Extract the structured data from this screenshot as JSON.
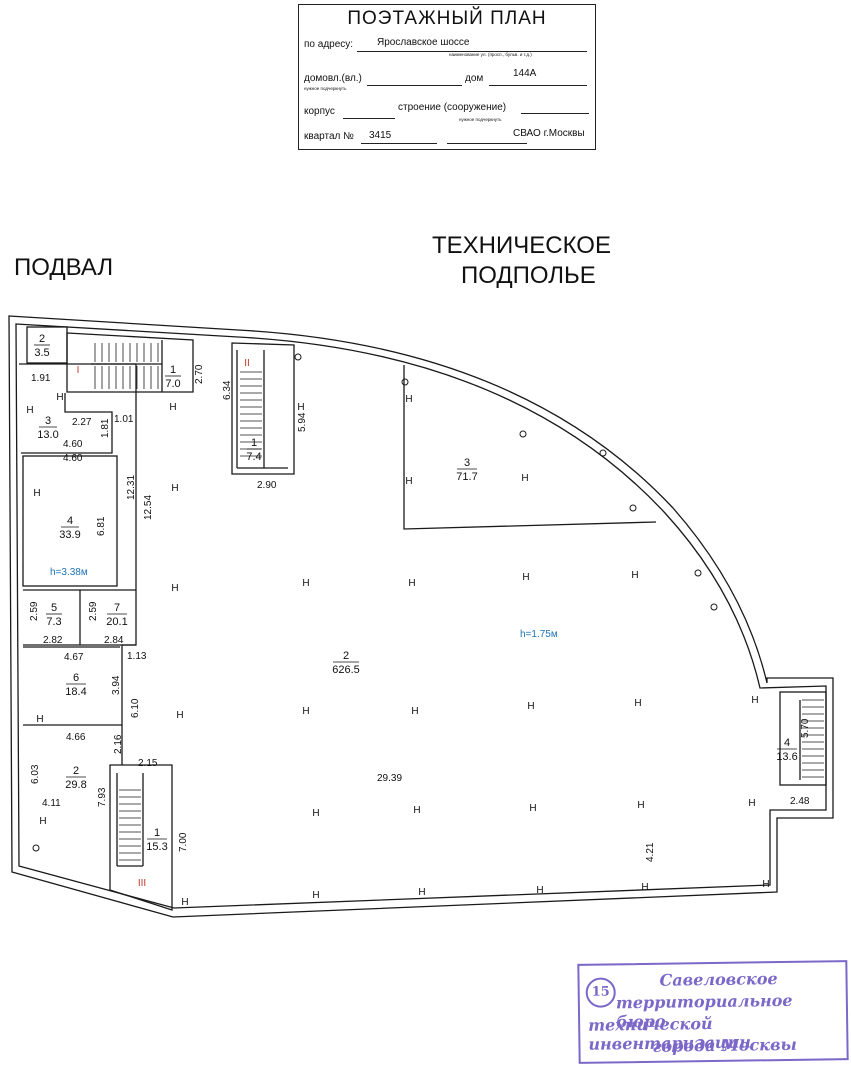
{
  "title_block": {
    "heading": "ПОЭТАЖНЫЙ ПЛАН",
    "address_label": "по адресу:",
    "address_value": "Ярославское шоссе",
    "address_hint": "наименование ул. (просп., бульв. и т.д.)",
    "domovl_label": "домовл.(вл.)",
    "domovl_hint": "нужное подчеркнуть",
    "dom_label": "дом",
    "dom_value": "144А",
    "korpus_label": "корпус",
    "stroenie_label": "строение (сооружение)",
    "stroenie_hint": "нужное подчеркнуть",
    "kvartal_label": "квартал №",
    "kvartal_value": "3415",
    "district_value": "СВАО г.Москвы"
  },
  "headings": {
    "basement": "ПОДВАЛ",
    "tech_line1": "ТЕХНИЧЕСКОЕ",
    "tech_line2": "ПОДПОЛЬЕ"
  },
  "plan": {
    "rooms": [
      {
        "num": "2",
        "area": "3.5"
      },
      {
        "num": "1",
        "area": "7.0"
      },
      {
        "num": "3",
        "area": "13.0"
      },
      {
        "num": "4",
        "area": "33.9"
      },
      {
        "num": "5",
        "area": "7.3"
      },
      {
        "num": "7",
        "area": "20.1"
      },
      {
        "num": "6",
        "area": "18.4"
      },
      {
        "num": "2",
        "area": "29.8"
      },
      {
        "num": "1",
        "area": "15.3"
      },
      {
        "num": "1",
        "area": "7.4"
      },
      {
        "num": "3",
        "area": "71.7"
      },
      {
        "num": "2",
        "area": "626.5"
      },
      {
        "num": "4",
        "area": "13.6"
      }
    ],
    "dimensions": [
      "1.91",
      "2.27",
      "1.01",
      "1.81",
      "4.60",
      "4.60",
      "12.31",
      "12.54",
      "6.81",
      "2.59",
      "2.59",
      "2.82",
      "2.84",
      "4.67",
      "1.13",
      "3.94",
      "6.10",
      "4.66",
      "2.16",
      "6.03",
      "4.11",
      "7.93",
      "2.15",
      "7.00",
      "2.70",
      "6.34",
      "5.94",
      "2.90",
      "29.39",
      "5.70",
      "2.48",
      "4.21"
    ],
    "heights": [
      "h=3.38м",
      "h=1.75м"
    ],
    "stair_marks": [
      "I",
      "II",
      "III"
    ],
    "h_mark": "Н"
  },
  "stamp": {
    "number": "15",
    "line1": "Савеловское",
    "line2": "территориальное бюро",
    "line3": "технической инвентаризации",
    "line4": "города Москвы"
  },
  "colors": {
    "ink": "#1a1a1a",
    "height_text": "#1f73b7",
    "stair_mark": "#c0392b",
    "stamp": "#7b68c8"
  }
}
